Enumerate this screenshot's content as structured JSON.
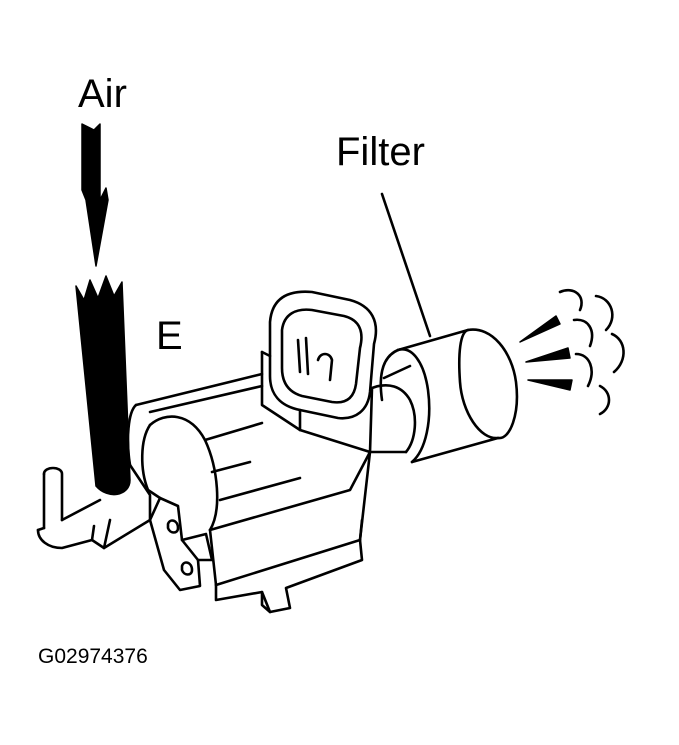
{
  "labels": {
    "air": "Air",
    "filter": "Filter",
    "port": "E",
    "figure_code": "G02974376"
  },
  "colors": {
    "line": "#000000",
    "background": "#ffffff"
  }
}
